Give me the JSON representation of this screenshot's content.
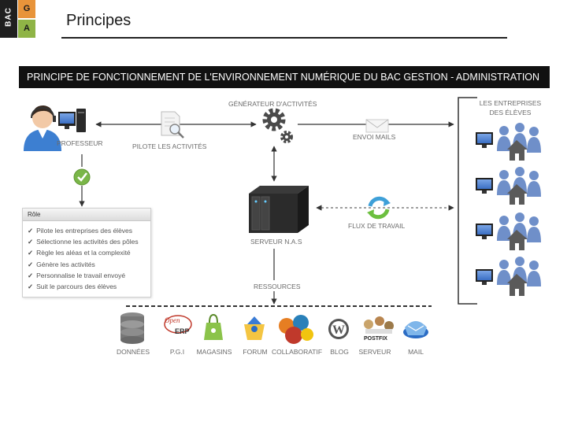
{
  "header": {
    "logo_bac": "BAC",
    "logo_g": "G",
    "logo_a": "A",
    "title": "Principes"
  },
  "banner": "PRINCIPE DE FONCTIONNEMENT DE L'ENVIRONNEMENT NUMÉRIQUE DU BAC GESTION - ADMINISTRATION",
  "nodes": {
    "professeur": "PROFESSEUR",
    "pilote": "PILOTE LES ACTIVITÉS",
    "generateur": "GÉNÉRATEUR D'ACTIVITÉS",
    "envoi_mails": "ENVOI MAILS",
    "entreprises": "LES ENTREPRISES DES ÉLÈVES",
    "serveur_nas": "SERVEUR N.A.S",
    "flux": "FLUX DE TRAVAIL",
    "ressources": "RESSOURCES"
  },
  "role": {
    "title": "Rôle",
    "items": [
      "Pilote les entreprises des élèves",
      "Sélectionne les activités des pôles",
      "Règle les aléas et la complexité",
      "Génère les activités",
      "Personnalise le travail envoyé",
      "Suit le parcours des élèves"
    ]
  },
  "resources": [
    {
      "label": "DONNÉES",
      "icon": "database-icon"
    },
    {
      "label": "P.G.I",
      "icon": "openerp-icon",
      "badge": "ERP",
      "brand": "Open"
    },
    {
      "label": "MAGASINS",
      "icon": "shop-bag-icon"
    },
    {
      "label": "FORUM",
      "icon": "forum-icon"
    },
    {
      "label": "COLLABORATIF",
      "icon": "collaboration-icon"
    },
    {
      "label": "BLOG",
      "icon": "wordpress-icon"
    },
    {
      "label": "SERVEUR",
      "icon": "postfix-icon",
      "badge": "POSTFIX"
    },
    {
      "label": "MAIL",
      "icon": "mail-icon"
    }
  ],
  "colors": {
    "banner": "#111111",
    "logo_g": "#e8943a",
    "logo_a": "#8fb446",
    "person": "#6f8fc9",
    "house": "#5a5a5a",
    "check": "#7ab648",
    "gear": "#4a4a4a"
  }
}
